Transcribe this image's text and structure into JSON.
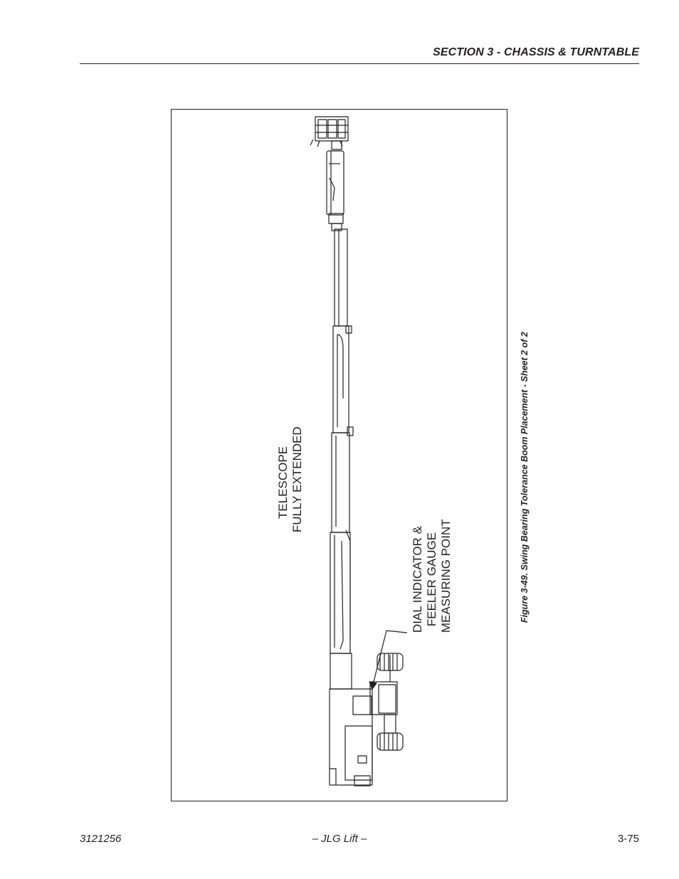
{
  "header": {
    "title": "SECTION 3 - CHASSIS & TURNTABLE"
  },
  "figure": {
    "label_telescope": [
      "TELESCOPE",
      "FULLY EXTENDED"
    ],
    "label_dial": [
      "DIAL INDICATOR &",
      "FEELER GAUGE",
      "MEASURING POINT"
    ],
    "caption": "Figure 3-49.  Swing Bearing Tolerance Boom Placement - Sheet 2 of 2"
  },
  "footer": {
    "doc_number": "3121256",
    "publisher": "– JLG Lift –",
    "page_number": "3-75"
  }
}
